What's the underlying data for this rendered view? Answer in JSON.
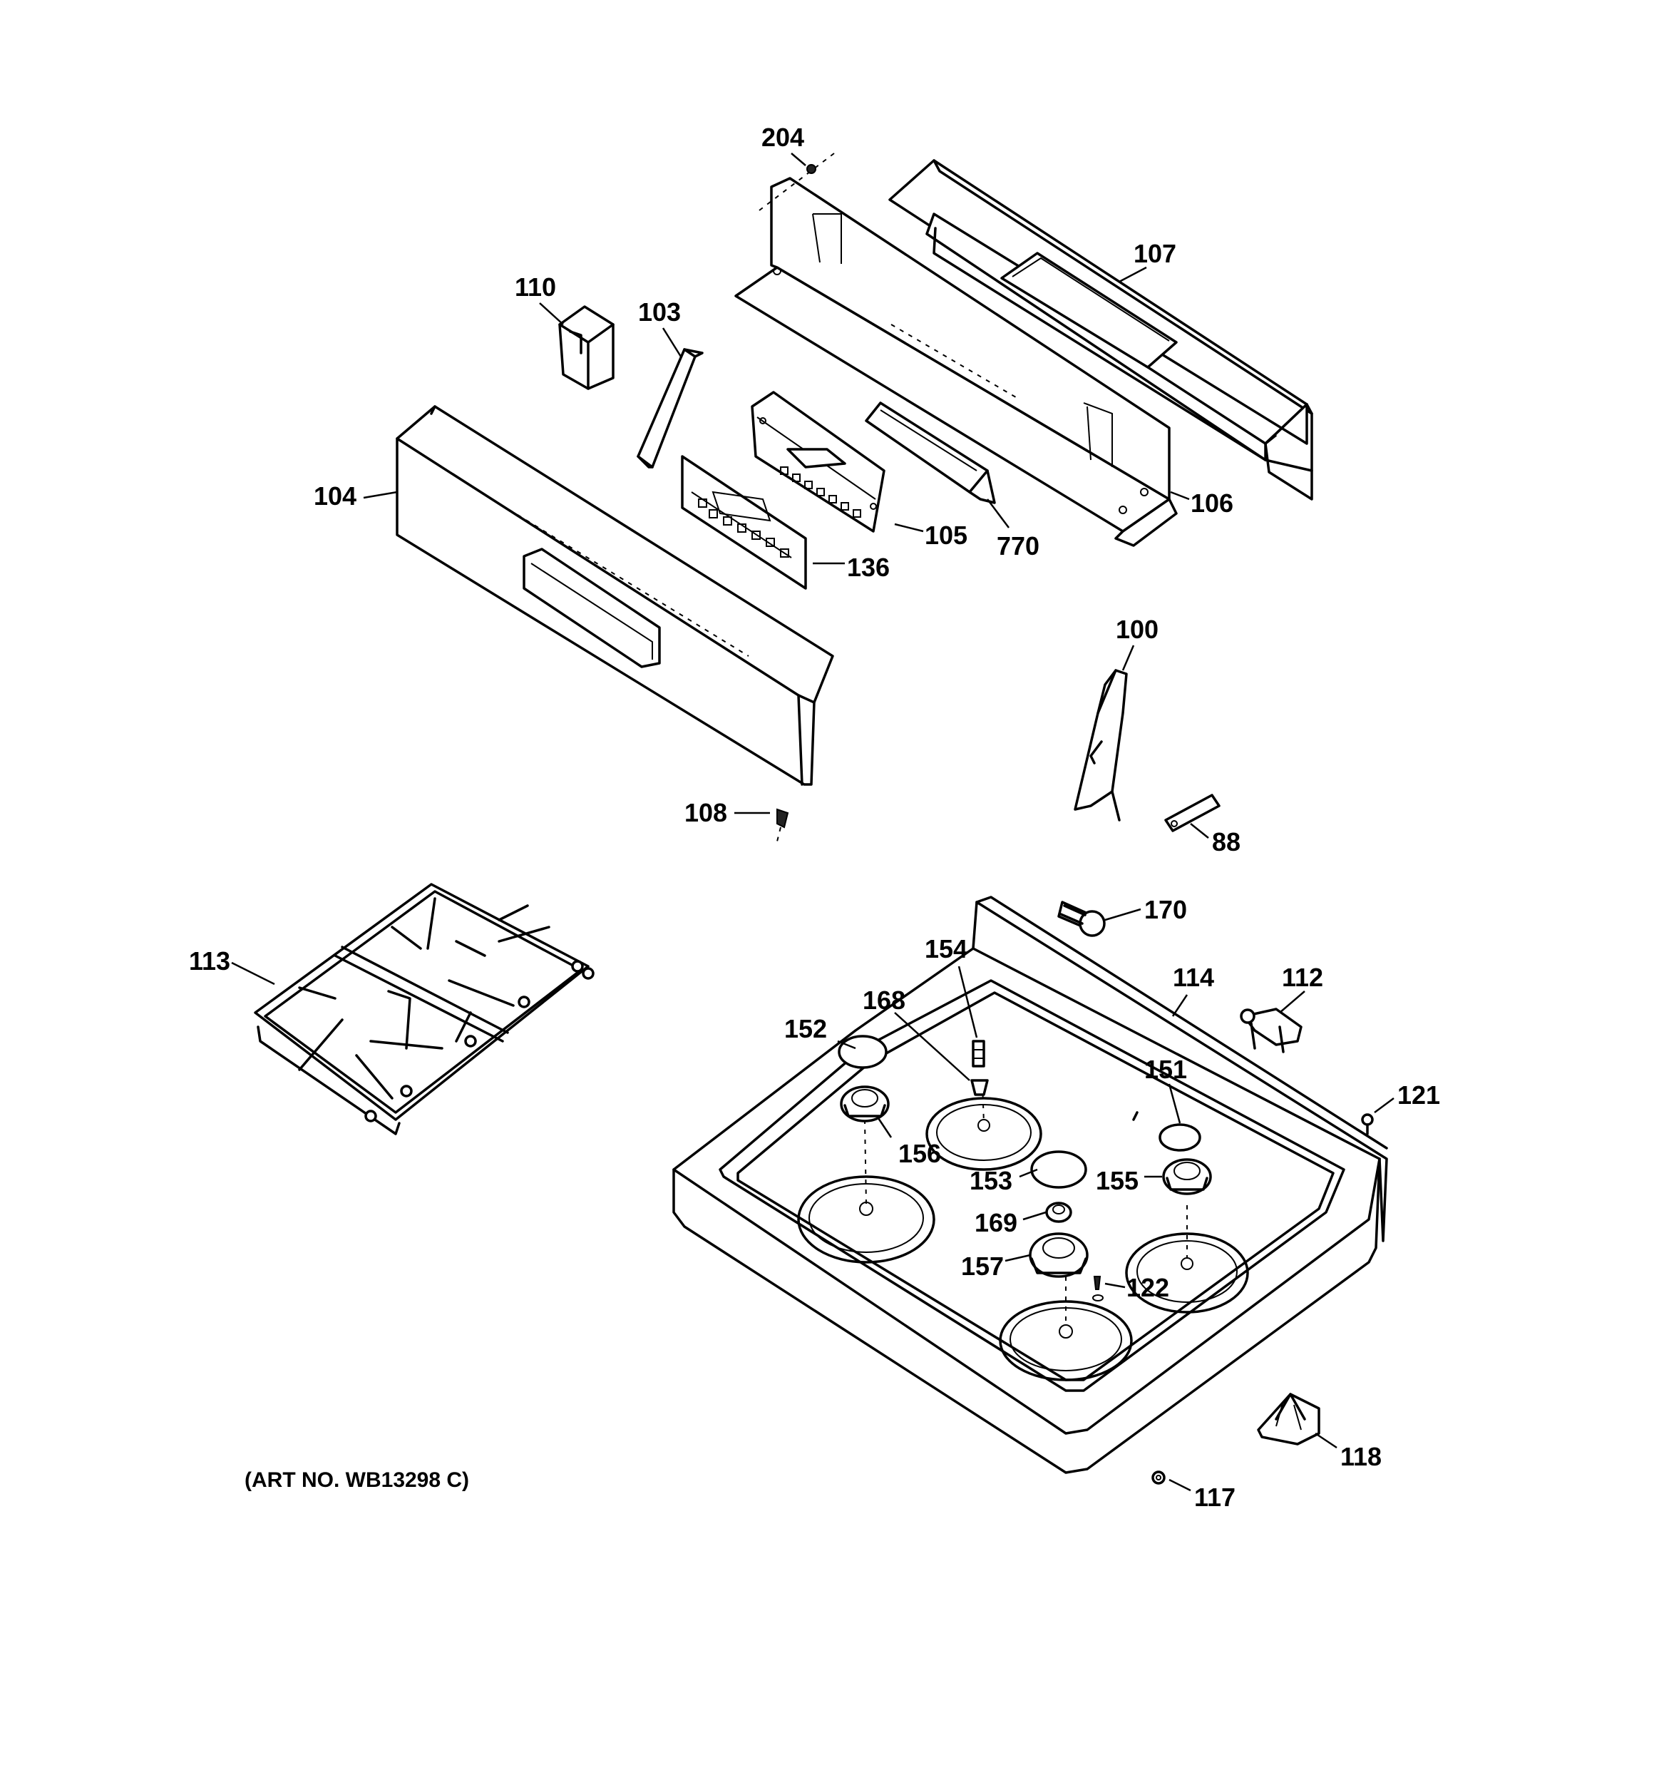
{
  "art_number": "(ART NO. WB13298 C)",
  "callouts": {
    "c204": "204",
    "c107": "107",
    "c110": "110",
    "c103": "103",
    "c104": "104",
    "c106": "106",
    "c105": "105",
    "c770": "770",
    "c136": "136",
    "c100": "100",
    "c108": "108",
    "c88": "88",
    "c170": "170",
    "c113": "113",
    "c154": "154",
    "c114": "114",
    "c112": "112",
    "c168": "168",
    "c152": "152",
    "c151": "151",
    "c121": "121",
    "c156": "156",
    "c153": "153",
    "c155": "155",
    "c169": "169",
    "c157": "157",
    "c122": "122",
    "c118": "118",
    "c117": "117"
  }
}
